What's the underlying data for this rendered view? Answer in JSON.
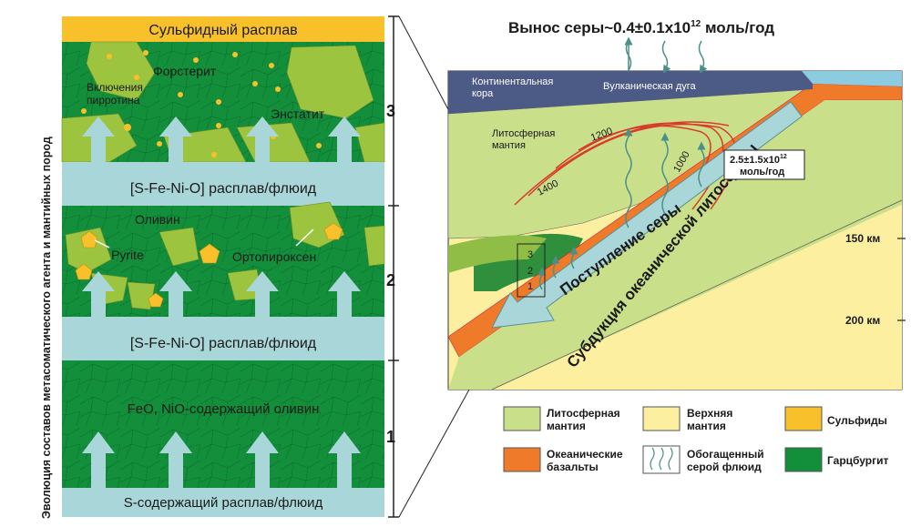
{
  "side_title": "Эволюция составов метасоматического агента и мантийных пород",
  "left": {
    "sulfide_melt": "Сульфидный расплав",
    "forsterite": "Форстерит",
    "inclusions": [
      "Включения",
      "пирротина"
    ],
    "enstatite": "Энстатит",
    "level3": "3",
    "fluid_upper": "[S-Fe-Ni-O] расплав/флюид",
    "olivine": "Оливин",
    "pyrite": "Pyrite",
    "orthopyroxene": "Ортопироксен",
    "level2": "2",
    "fluid_lower": "[S-Fe-Ni-O] расплав/флюид",
    "feo_olivine": "FeO, NiO-содержащий оливин",
    "level1": "1",
    "s_fluid": "S-содержащий расплав/флюид"
  },
  "right": {
    "sulfur_output": "Вынос серы~0.4±0.1x10",
    "sulfur_output_exp": "12",
    "sulfur_output_unit": " моль/год",
    "continental_crust": [
      "Континентальная",
      "кора"
    ],
    "volcanic_arc": "Вулканическая дуга",
    "lithospheric_mantle": [
      "Литосферная",
      "мантия"
    ],
    "isotherms": [
      "1200",
      "1400",
      "1000"
    ],
    "input_rate": "2.5±1.5x10",
    "input_rate_exp": "12",
    "input_rate_unit": "моль/год",
    "sulfur_input": "Поступление серы",
    "subduction": "Субдукция океанической литосферы",
    "depth_150": "150 км",
    "depth_200": "200 км",
    "box_levels": [
      "3",
      "2",
      "1"
    ]
  },
  "legend": [
    {
      "label": [
        "Литосферная",
        "мантия"
      ],
      "color": "#c9df8a"
    },
    {
      "label": [
        "Верхняя",
        "мантия"
      ],
      "color": "#fcf0a0"
    },
    {
      "label": [
        "Сульфиды"
      ],
      "color": "#f8c02a"
    },
    {
      "label": [
        "Океанические",
        "базальты"
      ],
      "color": "#ee7a2a"
    },
    {
      "label": [
        "Обогащенный",
        "серой флюид"
      ],
      "color": "#ffffff"
    },
    {
      "label": [
        "Гарцбургит"
      ],
      "color": "#138f3c"
    }
  ],
  "colors": {
    "harzburgite": "#138f3c",
    "lithospheric": "#9cc43f",
    "fluid_band": "#a9d6d8",
    "sulfide": "#f8c02a",
    "upper_mantle": "#fcf0a0",
    "basalt": "#ee7a2a",
    "crust": "#4c5a86",
    "isotherm": "#d93a2a"
  }
}
